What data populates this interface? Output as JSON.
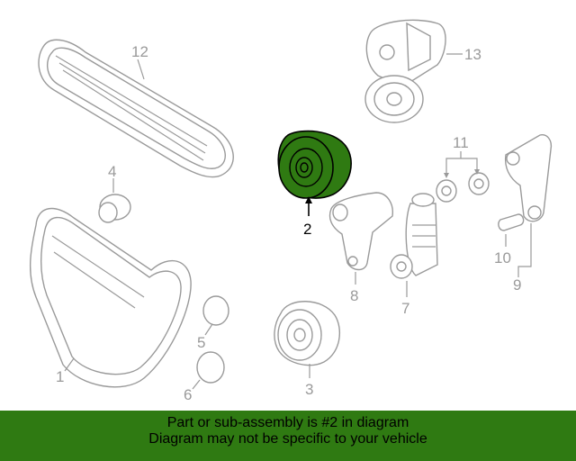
{
  "colors": {
    "highlight": "#2f7a12",
    "parts": "#9a9a9a",
    "label": "#000000"
  },
  "callouts": {
    "c1": "1",
    "c2": "2",
    "c3": "3",
    "c4": "4",
    "c5": "5",
    "c6": "6",
    "c7": "7",
    "c8": "8",
    "c9": "9",
    "c10": "10",
    "c11": "11",
    "c12": "12",
    "c13": "13"
  },
  "highlighted_part": "2",
  "banner": {
    "line1": "Part or sub-assembly is #2 in diagram",
    "line2": "Diagram may not be specific to your vehicle"
  }
}
